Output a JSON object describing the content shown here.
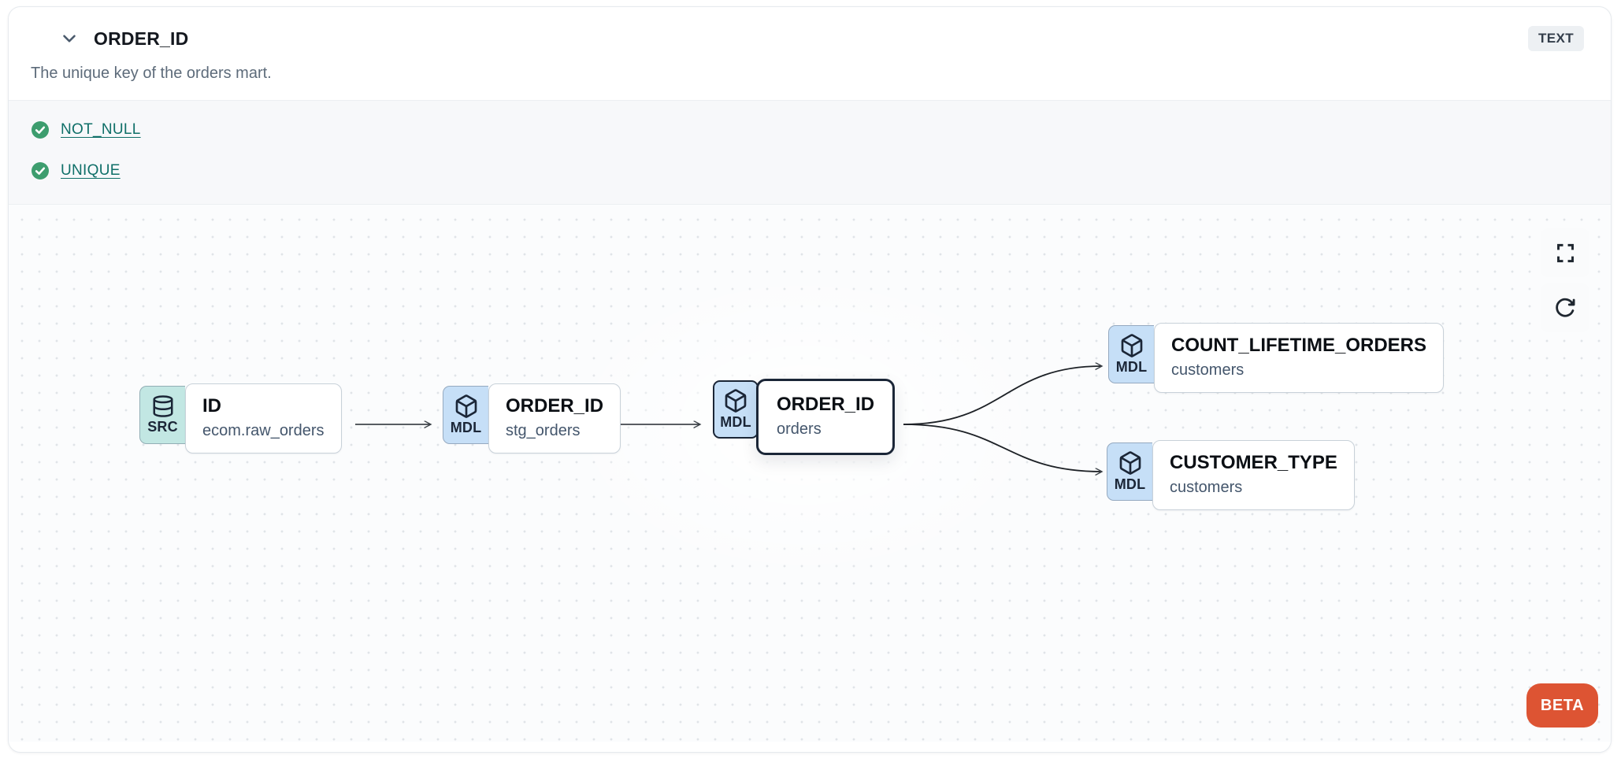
{
  "header": {
    "title": "ORDER_ID",
    "type_badge": "TEXT",
    "description": "The unique key of the orders mart.",
    "collapse_icon": "chevron-down"
  },
  "tests": {
    "items": [
      {
        "label": "NOT_NULL",
        "status": "pass",
        "icon": "check-circle"
      },
      {
        "label": "UNIQUE",
        "status": "pass",
        "icon": "check-circle"
      }
    ]
  },
  "lineage": {
    "nodes": [
      {
        "badge": "SRC",
        "icon": "database",
        "title": "ID",
        "subtitle": "ecom.raw_orders",
        "selected": false
      },
      {
        "badge": "MDL",
        "icon": "cube",
        "title": "ORDER_ID",
        "subtitle": "stg_orders",
        "selected": false
      },
      {
        "badge": "MDL",
        "icon": "cube",
        "title": "ORDER_ID",
        "subtitle": "orders",
        "selected": true
      },
      {
        "badge": "MDL",
        "icon": "cube",
        "title": "COUNT_LIFETIME_ORDERS",
        "subtitle": "customers",
        "selected": false
      },
      {
        "badge": "MDL",
        "icon": "cube",
        "title": "CUSTOMER_TYPE",
        "subtitle": "customers",
        "selected": false
      }
    ],
    "edges": [
      {
        "from": "ID (ecom.raw_orders)",
        "to": "ORDER_ID (stg_orders)"
      },
      {
        "from": "ORDER_ID (stg_orders)",
        "to": "ORDER_ID (orders)"
      },
      {
        "from": "ORDER_ID (orders)",
        "to": "COUNT_LIFETIME_ORDERS (customers)"
      },
      {
        "from": "ORDER_ID (orders)",
        "to": "CUSTOMER_TYPE (customers)"
      }
    ],
    "controls": {
      "fullscreen_icon": "expand-corners",
      "reset_icon": "rotate-clockwise"
    },
    "beta_label": "BETA"
  },
  "colors": {
    "accent_orange": "#dd5433",
    "badge_src_bg": "#c2e7e3",
    "badge_mdl_bg": "#c6dff7",
    "test_pass_green": "#3d9d6e",
    "link_teal": "#0f6f68",
    "selected_border": "#1b2637",
    "canvas_dot": "#e0e4e8"
  }
}
